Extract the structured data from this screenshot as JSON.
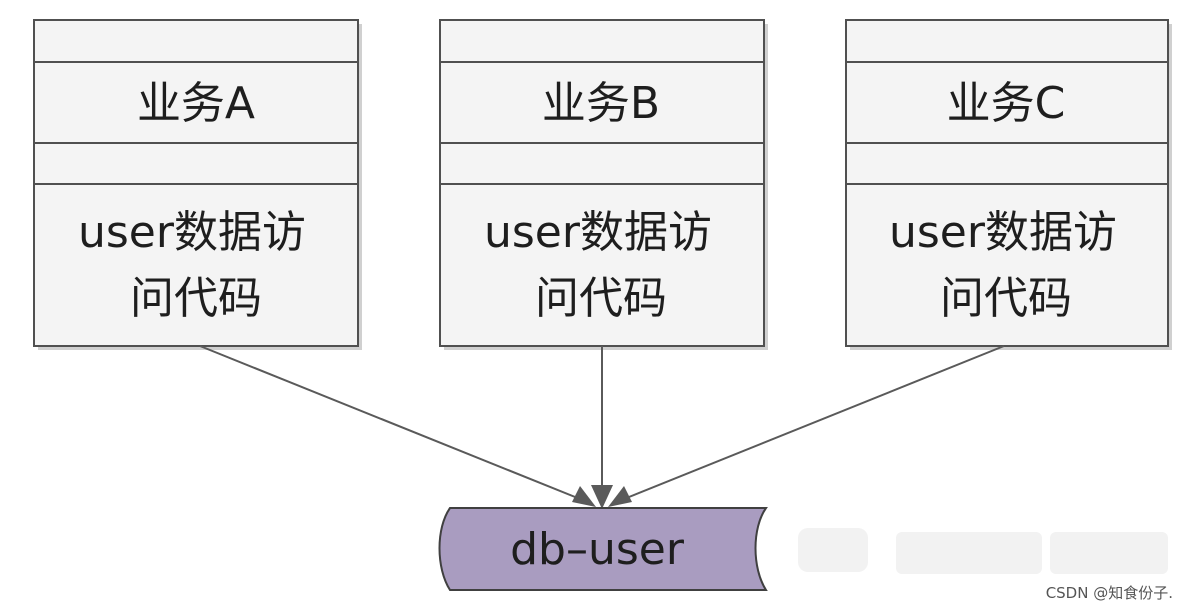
{
  "diagram": {
    "modules": [
      {
        "title": "业务A",
        "body_line1": "user数据访",
        "body_line2": "问代码"
      },
      {
        "title": "业务B",
        "body_line1": "user数据访",
        "body_line2": "问代码"
      },
      {
        "title": "业务C",
        "body_line1": "user数据访",
        "body_line2": "问代码"
      }
    ],
    "database": {
      "label": "db–user"
    },
    "colors": {
      "box_fill": "#f4f4f4",
      "box_border": "#505050",
      "database_fill": "#a99cc0",
      "connector": "#5a5a5a"
    }
  },
  "watermark": {
    "text": "CSDN @知食份子."
  }
}
